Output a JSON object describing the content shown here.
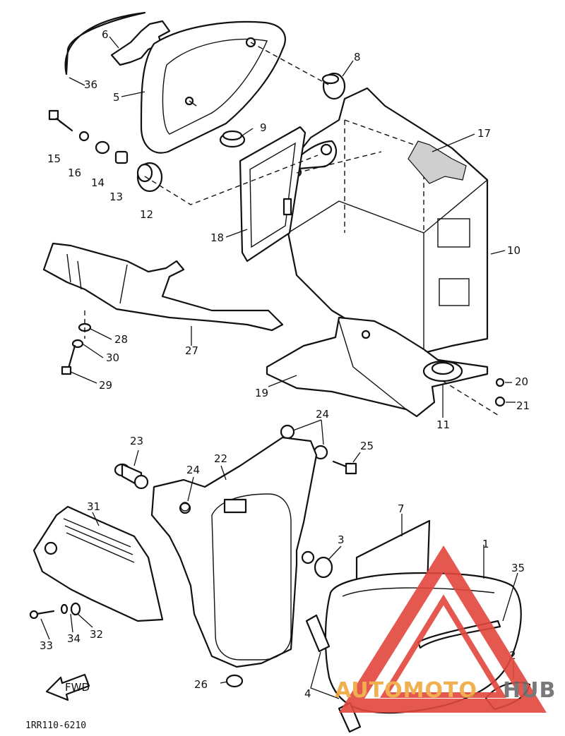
{
  "diagram_code": "1RR110-6210",
  "fwd_label": "FWD",
  "watermark": {
    "text_part1": "AUTOMOTO",
    "text_part2": "HUB",
    "color_red": "#e2473c",
    "color_orange": "#f0a83c",
    "color_gray": "#6b6b6b"
  },
  "callouts": [
    "1",
    "2",
    "3",
    "4",
    "5",
    "6",
    "7",
    "8",
    "9",
    "10",
    "11",
    "12",
    "13",
    "14",
    "15",
    "16",
    "17",
    "18",
    "19",
    "20",
    "21",
    "22",
    "23",
    "24",
    "24",
    "25",
    "26",
    "27",
    "28",
    "29",
    "30",
    "31",
    "32",
    "33",
    "34",
    "35",
    "36"
  ]
}
